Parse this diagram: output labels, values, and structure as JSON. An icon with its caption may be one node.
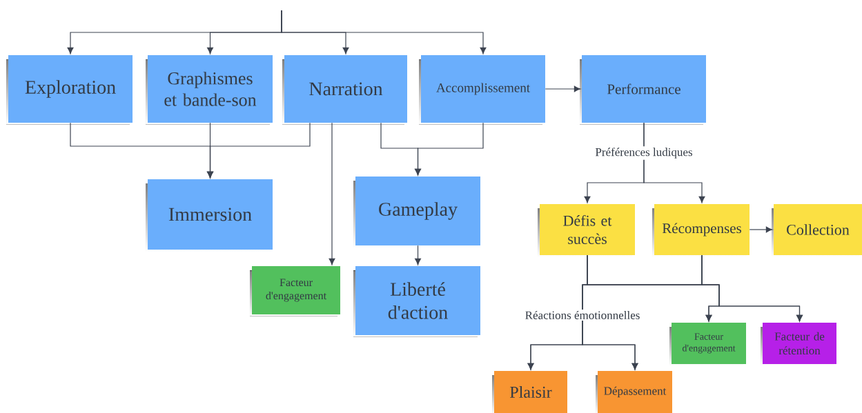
{
  "diagram": {
    "nodes": [
      {
        "text": [
          "Exploration"
        ]
      },
      {
        "text": [
          "Graphismes et bande-son"
        ]
      },
      {
        "text": [
          "Narration"
        ]
      },
      {
        "text": [
          "Accomplissement"
        ]
      },
      {
        "text": [
          "Performance"
        ]
      },
      {
        "text": [
          "Immersion"
        ]
      },
      {
        "text": [
          "Gameplay"
        ]
      },
      {
        "text": [
          "Facteur d'engagement"
        ]
      },
      {
        "text": [
          "Liberté d'action"
        ]
      },
      {
        "text": [
          "Défis et succès"
        ]
      },
      {
        "text": [
          "Récompenses"
        ]
      },
      {
        "text": [
          "Collection"
        ]
      },
      {
        "text": [
          "Facteur d'engagement"
        ]
      },
      {
        "text": [
          "Facteur de rétention"
        ]
      },
      {
        "text": [
          "Plaisir"
        ]
      },
      {
        "text": [
          "Dépassement"
        ]
      }
    ],
    "edges": [
      {
        "from": null,
        "to": 0,
        "arrow": "to"
      },
      {
        "from": null,
        "to": 1,
        "arrow": "to"
      },
      {
        "from": null,
        "to": 2,
        "arrow": "to"
      },
      {
        "from": null,
        "to": 3,
        "arrow": "to"
      },
      {
        "from": 0,
        "to": 5,
        "arrow": "to"
      },
      {
        "from": 1,
        "to": 5,
        "arrow": "to"
      },
      {
        "from": 2,
        "to": 5,
        "arrow": "to"
      },
      {
        "from": 2,
        "to": 7,
        "arrow": "to"
      },
      {
        "from": 2,
        "to": 6,
        "arrow": "to"
      },
      {
        "from": 3,
        "to": 6,
        "arrow": "to"
      },
      {
        "from": 6,
        "to": 8,
        "arrow": "to"
      },
      {
        "from": 3,
        "to": 4,
        "arrow": "to"
      },
      {
        "from": 4,
        "to": 9,
        "arrow": "to",
        "label": "Préférences ludiques"
      },
      {
        "from": 4,
        "to": 10,
        "arrow": "to"
      },
      {
        "from": 10,
        "to": 11,
        "arrow": "to"
      },
      {
        "from": 9,
        "to": 14,
        "arrow": "to",
        "label": "Réactions émotionnelles"
      },
      {
        "from": 9,
        "to": 15,
        "arrow": "to"
      },
      {
        "from": 9,
        "to": 12,
        "arrow": "to"
      },
      {
        "from": 9,
        "to": 13,
        "arrow": "to"
      },
      {
        "from": 10,
        "to": 14,
        "arrow": "to"
      },
      {
        "from": 10,
        "to": 15,
        "arrow": "to"
      },
      {
        "from": 10,
        "to": 12,
        "arrow": "to"
      },
      {
        "from": 10,
        "to": 13,
        "arrow": "to"
      }
    ]
  }
}
